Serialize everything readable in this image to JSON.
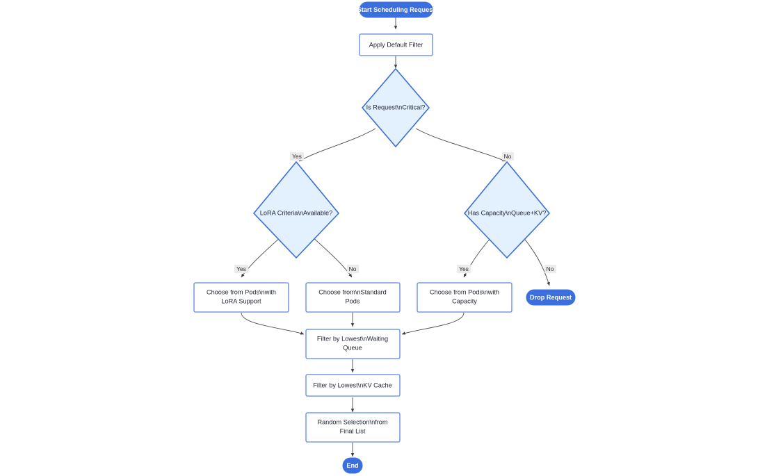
{
  "diagram": {
    "type": "flowchart",
    "direction": "top-down",
    "background_color": "#ffffff",
    "colors": {
      "terminal_fill": "#3b6fe0",
      "terminal_text": "#ffffff",
      "process_fill": "#ffffff",
      "process_stroke": "#5b86e5",
      "process_text": "#1f2430",
      "decision_fill": "#e3f0fd",
      "decision_stroke": "#3a6fd8",
      "edge_stroke": "#4a4a4a",
      "edge_label_bg": "#ebebeb"
    },
    "nodes": [
      {
        "id": "start",
        "shape": "stadium",
        "label": "Start Scheduling Request"
      },
      {
        "id": "defaultFilter",
        "shape": "rect",
        "label": "Apply Default Filter"
      },
      {
        "id": "isCritical",
        "shape": "diamond",
        "label": "Is Request\\nCritical?"
      },
      {
        "id": "loraCriteria",
        "shape": "diamond",
        "label": "LoRA Criteria\\nAvailable?"
      },
      {
        "id": "hasCapacity",
        "shape": "diamond",
        "label": "Has Capacity\\nQueue+KV?"
      },
      {
        "id": "podsLora",
        "shape": "rect",
        "label_line1": "Choose from Pods\\nwith",
        "label_line2": "LoRA Support"
      },
      {
        "id": "podsStandard",
        "shape": "rect",
        "label_line1": "Choose from\\nStandard",
        "label_line2": "Pods"
      },
      {
        "id": "podsCapacity",
        "shape": "rect",
        "label_line1": "Choose from Pods\\nwith",
        "label_line2": "Capacity"
      },
      {
        "id": "dropRequest",
        "shape": "stadium",
        "label": "Drop Request"
      },
      {
        "id": "filterQueue",
        "shape": "rect",
        "label_line1": "Filter by Lowest\\nWaiting",
        "label_line2": "Queue"
      },
      {
        "id": "filterKV",
        "shape": "rect",
        "label": "Filter by Lowest\\nKV Cache"
      },
      {
        "id": "randomSelect",
        "shape": "rect",
        "label_line1": "Random Selection\\nfrom",
        "label_line2": "Final List"
      },
      {
        "id": "end",
        "shape": "stadium",
        "label": "End"
      }
    ],
    "edges": [
      {
        "from": "start",
        "to": "defaultFilter",
        "label": ""
      },
      {
        "from": "defaultFilter",
        "to": "isCritical",
        "label": ""
      },
      {
        "from": "isCritical",
        "to": "loraCriteria",
        "label": "Yes"
      },
      {
        "from": "isCritical",
        "to": "hasCapacity",
        "label": "No"
      },
      {
        "from": "loraCriteria",
        "to": "podsLora",
        "label": "Yes"
      },
      {
        "from": "loraCriteria",
        "to": "podsStandard",
        "label": "No"
      },
      {
        "from": "hasCapacity",
        "to": "podsCapacity",
        "label": "Yes"
      },
      {
        "from": "hasCapacity",
        "to": "dropRequest",
        "label": "No"
      },
      {
        "from": "podsLora",
        "to": "filterQueue",
        "label": ""
      },
      {
        "from": "podsStandard",
        "to": "filterQueue",
        "label": ""
      },
      {
        "from": "podsCapacity",
        "to": "filterQueue",
        "label": ""
      },
      {
        "from": "filterQueue",
        "to": "filterKV",
        "label": ""
      },
      {
        "from": "filterKV",
        "to": "randomSelect",
        "label": ""
      },
      {
        "from": "randomSelect",
        "to": "end",
        "label": ""
      }
    ],
    "edge_labels": {
      "yes": "Yes",
      "no": "No"
    }
  }
}
